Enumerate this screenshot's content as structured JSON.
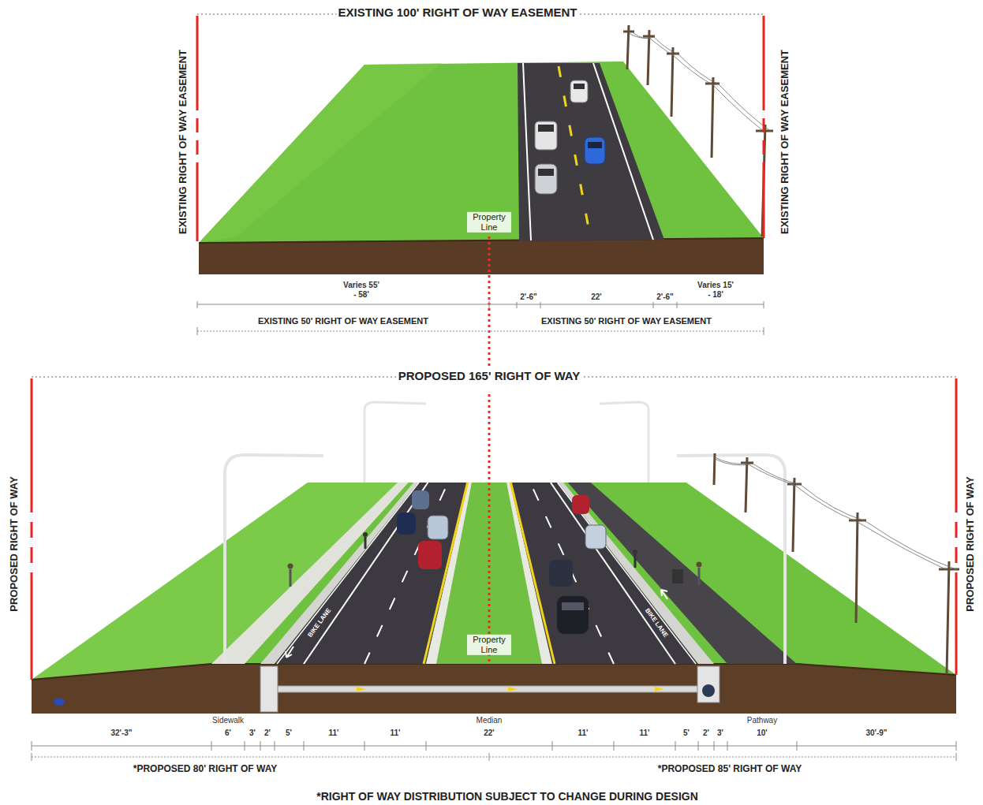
{
  "diagram": {
    "labels": [
      "EXISTING 100' RIGHT OF WAY EASEMENT",
      "EXISTING RIGHT OF WAY EASEMENT",
      "EXISTING RIGHT OF WAY EASEMENT",
      "Property Line",
      "Varies 55' - 58'",
      "2'-6\"",
      "22'",
      "2'-6\"",
      "Varies 15' - 18'",
      "EXISTING 50' RIGHT OF WAY EASEMENT",
      "EXISTING 50' RIGHT OF WAY EASEMENT",
      "PROPOSED 165' RIGHT OF WAY",
      "PROPOSED RIGHT OF WAY",
      "PROPOSED RIGHT OF WAY",
      "BIKE LANE",
      "BIKE LANE",
      "Property Line",
      "Sidewalk",
      "Median",
      "Pathway",
      "32'-3\"",
      "6'",
      "3'",
      "2'",
      "5'",
      "11'",
      "11'",
      "22'",
      "11'",
      "11'",
      "5'",
      "2'",
      "3'",
      "10'",
      "30'-9\"",
      "*PROPOSED 80' RIGHT OF WAY",
      "*PROPOSED 85' RIGHT OF WAY"
    ],
    "caption": "*RIGHT OF WAY DISTRIBUTION SUBJECT TO CHANGE DURING DESIGN"
  }
}
